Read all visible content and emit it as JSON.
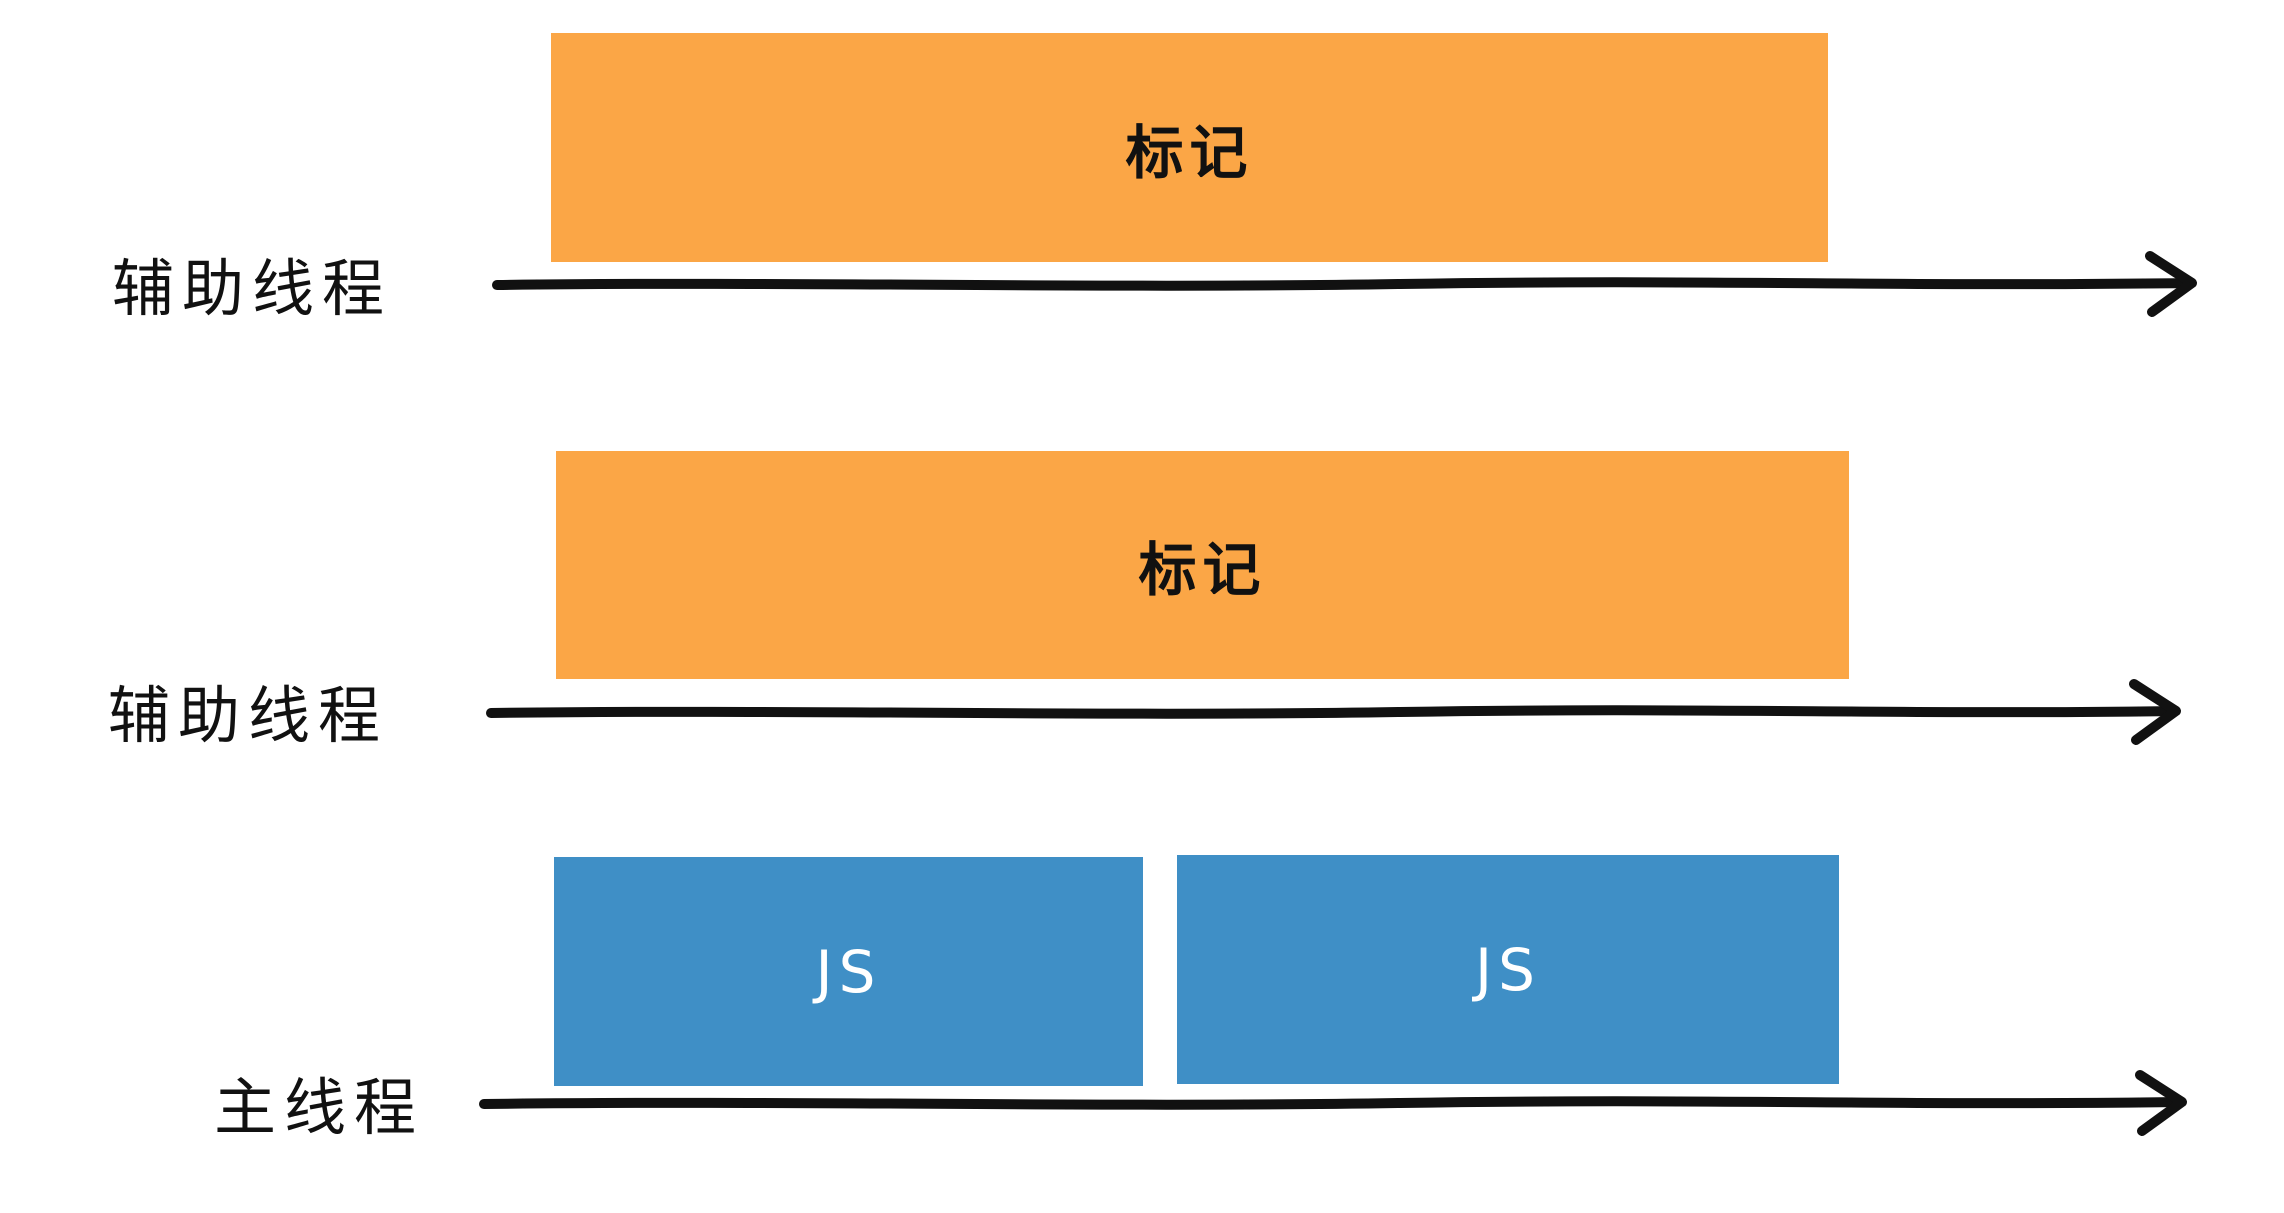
{
  "colors": {
    "mark_block": "#FBA646",
    "js_block": "#3F8FC6",
    "arrow": "#111111"
  },
  "lanes": [
    {
      "label": "辅助线程",
      "blocks": [
        {
          "label": "标记",
          "kind": "mark"
        }
      ]
    },
    {
      "label": "辅助线程",
      "blocks": [
        {
          "label": "标记",
          "kind": "mark"
        }
      ]
    },
    {
      "label": "主线程",
      "blocks": [
        {
          "label": "JS",
          "kind": "js"
        },
        {
          "label": "JS",
          "kind": "js"
        }
      ]
    }
  ]
}
